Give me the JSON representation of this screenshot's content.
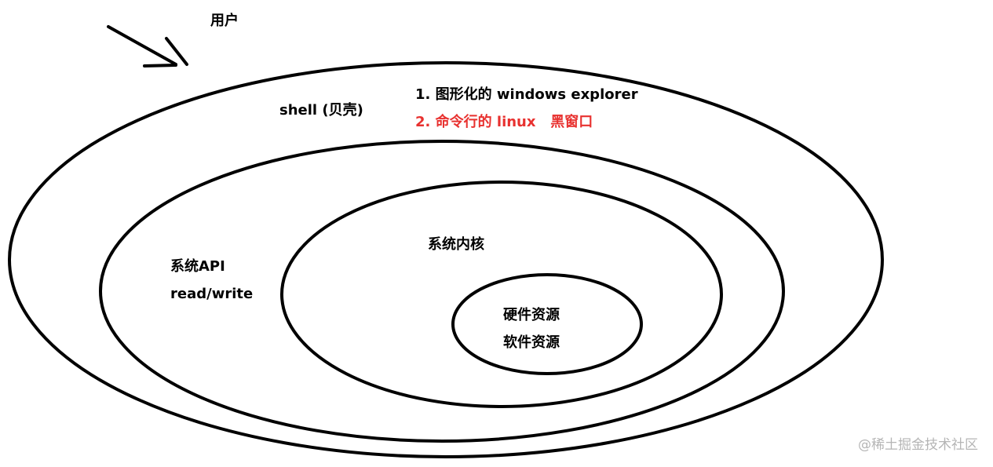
{
  "user_label": "用户",
  "shell": {
    "label": "shell (贝壳)",
    "items": [
      "1. 图形化的 windows explorer",
      "2. 命令行的 linux   黑窗口"
    ],
    "highlight_color": "#e8312f"
  },
  "system_api": {
    "line1": "系统API",
    "line2": "read/write"
  },
  "kernel": {
    "label": "系统内核"
  },
  "resources": {
    "line1": "硬件资源",
    "line2": "软件资源"
  },
  "watermark": "@稀土掘金技术社区"
}
